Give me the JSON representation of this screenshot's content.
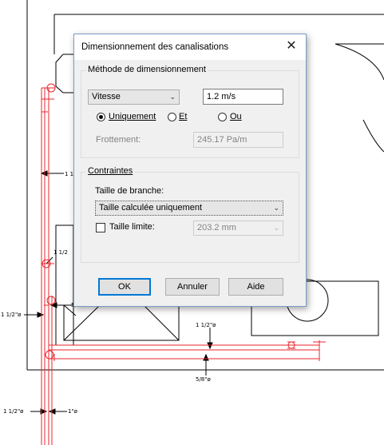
{
  "dialog": {
    "title": "Dimensionnement des canalisations",
    "close_glyph": "✕",
    "method_group": {
      "legend": "Méthode de dimensionnement",
      "method_select": "Vitesse",
      "velocity_value": "1.2 m/s",
      "radio_only": "Uniquement",
      "radio_and": "Et",
      "radio_or": "Ou",
      "selected_radio": "Uniquement",
      "friction_label": "Frottement:",
      "friction_value": "245.17 Pa/m"
    },
    "constraints_group": {
      "legend": "Contraintes",
      "branch_size_label": "Taille de branche:",
      "branch_size_select": "Taille calculée uniquement",
      "limit_size_label": "Taille limite:",
      "limit_size_checked": false,
      "limit_size_value": "203.2 mm"
    },
    "buttons": {
      "ok": "OK",
      "cancel": "Annuler",
      "help": "Aide"
    }
  },
  "drawing": {
    "labels": {
      "left_top": "1 1",
      "left_mid": "1 1/2",
      "left_pipe": "1 1/2\"ø",
      "size_58_a": "5/8\"ø",
      "right_112": "1 1/2\"ø",
      "bottom_58": "5/8\"ø",
      "bottom_112": "1 1/2\"ø",
      "bottom_1": "1\"ø"
    },
    "pipe_color": "#e8262d",
    "line_color": "#000000"
  }
}
